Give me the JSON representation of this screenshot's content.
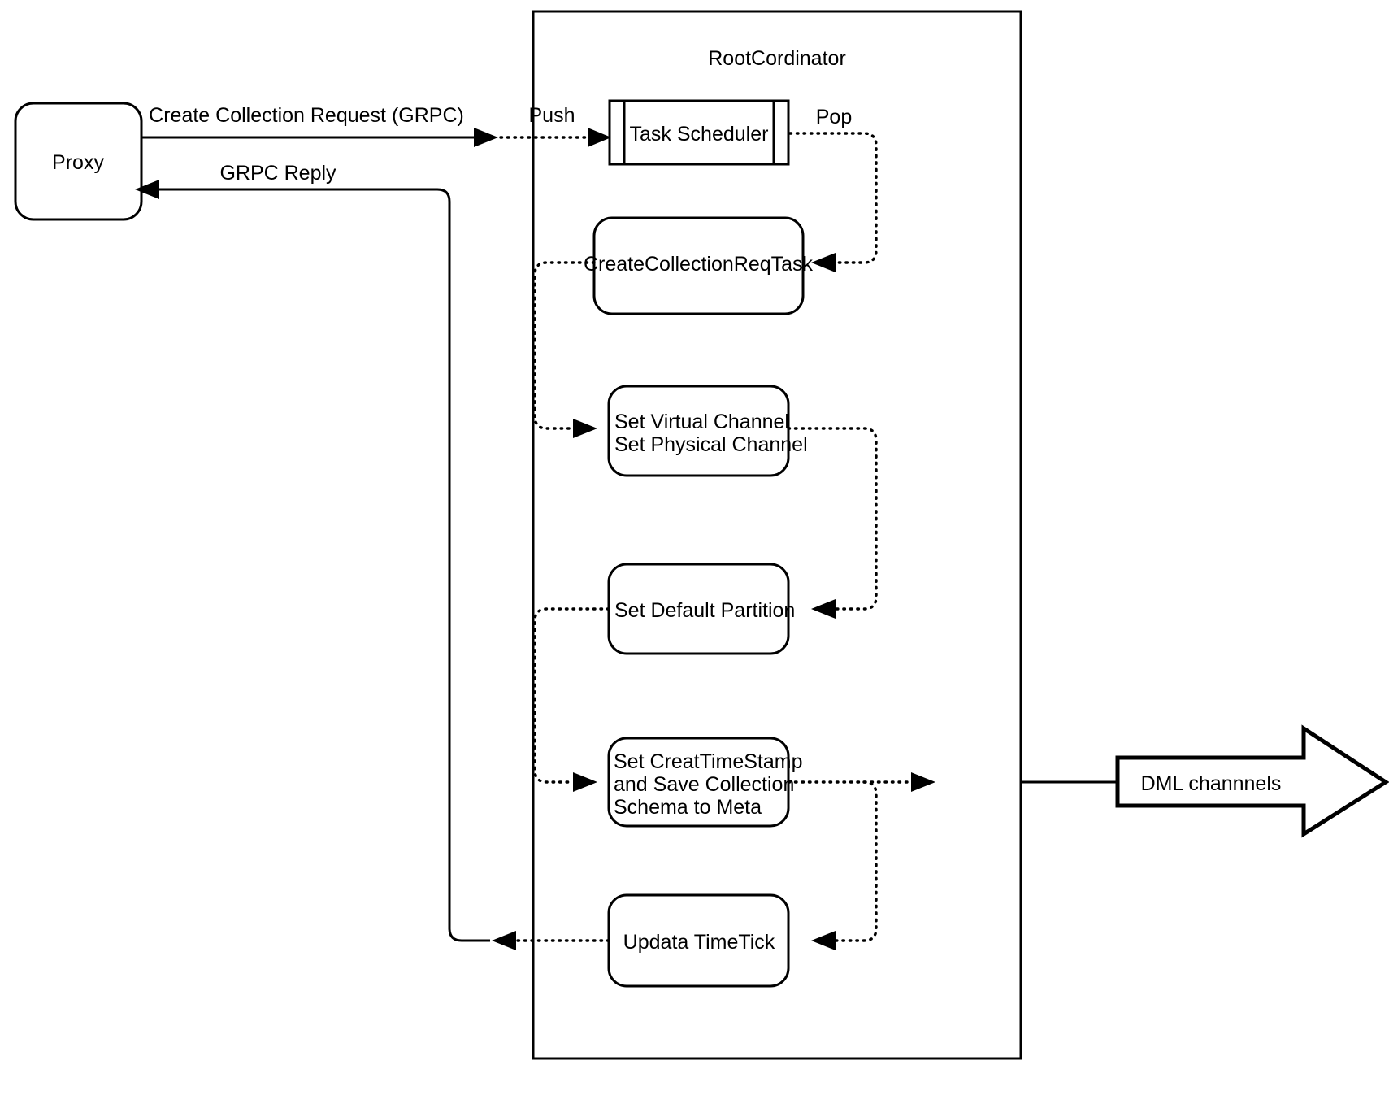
{
  "diagram": {
    "container": {
      "label": "RootCordinator"
    },
    "external_nodes": [
      {
        "id": "proxy",
        "label": "Proxy",
        "shape": "rounded-rect"
      },
      {
        "id": "dml",
        "label": "DML channnels",
        "shape": "block-arrow"
      }
    ],
    "nodes": [
      {
        "id": "task-scheduler",
        "label": "Task Scheduler",
        "shape": "process"
      },
      {
        "id": "create-collection-req-task",
        "label": "CreateCollectionReqTask",
        "shape": "rounded-rect"
      },
      {
        "id": "set-channels",
        "label_lines": [
          "Set Virtual Channel",
          "Set Physical Channel"
        ],
        "shape": "rounded-rect"
      },
      {
        "id": "set-default-partition",
        "label": "Set Default Partition",
        "shape": "rounded-rect"
      },
      {
        "id": "set-timestamp-save-meta",
        "label_lines": [
          "Set CreatTimeStamp",
          "and Save Collection",
          "Schema to Meta"
        ],
        "shape": "rounded-rect"
      },
      {
        "id": "update-timetick",
        "label": "Updata TimeTick",
        "shape": "rounded-rect"
      }
    ],
    "edge_labels": {
      "request": "Create Collection Request (GRPC)",
      "reply": "GRPC Reply",
      "push": "Push",
      "pop": "Pop"
    },
    "colors": {
      "stroke": "#000000",
      "fill": "#ffffff",
      "text": "#000000"
    }
  }
}
